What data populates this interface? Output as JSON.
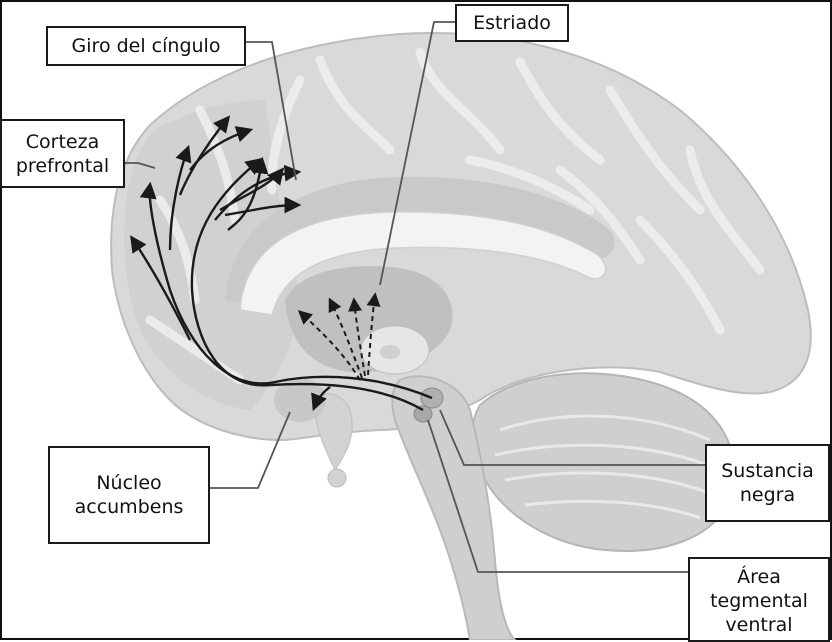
{
  "labels": {
    "giro": "Giro del cíngulo",
    "estriado": "Estriado",
    "corteza": [
      "Corteza",
      "prefrontal"
    ],
    "nucleo": [
      "Núcleo",
      "accumbens"
    ],
    "sustancia": [
      "Sustancia",
      "negra"
    ],
    "area": [
      "Área",
      "tegmental",
      "ventral"
    ]
  },
  "colors": {
    "brain": "#d9d9d9",
    "brain_dark": "#c4c4c4",
    "sulcus": "#ededed",
    "corpus_callosum": "#f3f3f3",
    "pathway": "#1a1a1a",
    "leader": "#555555"
  }
}
